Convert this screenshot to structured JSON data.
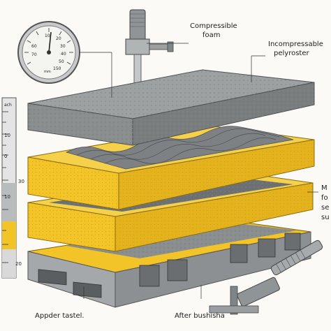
{
  "labels": {
    "compressible_line1": "Compressible",
    "compressible_line2": "foam",
    "incompressible_line1": "Incompressable",
    "incompressible_line2": "pelyroster",
    "right_cut_1": "M",
    "right_cut_2": "fo",
    "right_cut_3": "se",
    "right_cut_4": "su",
    "bottom_left": "Appder tastel.",
    "bottom_center": "After bushisha"
  },
  "gauge": {
    "dial_numbers": [
      "10",
      "20",
      "30",
      "40",
      "50",
      "60",
      "70",
      "150"
    ],
    "dial_caption": "mm"
  },
  "ruler": {
    "unit": "ach",
    "ticks": [
      "10",
      "0",
      "10",
      "30",
      "20"
    ]
  },
  "colors": {
    "foam_yellow": "#f2c428",
    "concrete_gray": "#8b8e8f",
    "frame_gray": "#a7a9ab",
    "ink": "#222222"
  },
  "icons": [
    "pressure-gauge-icon",
    "clamp-tool-icon",
    "press-probe-icon"
  ]
}
